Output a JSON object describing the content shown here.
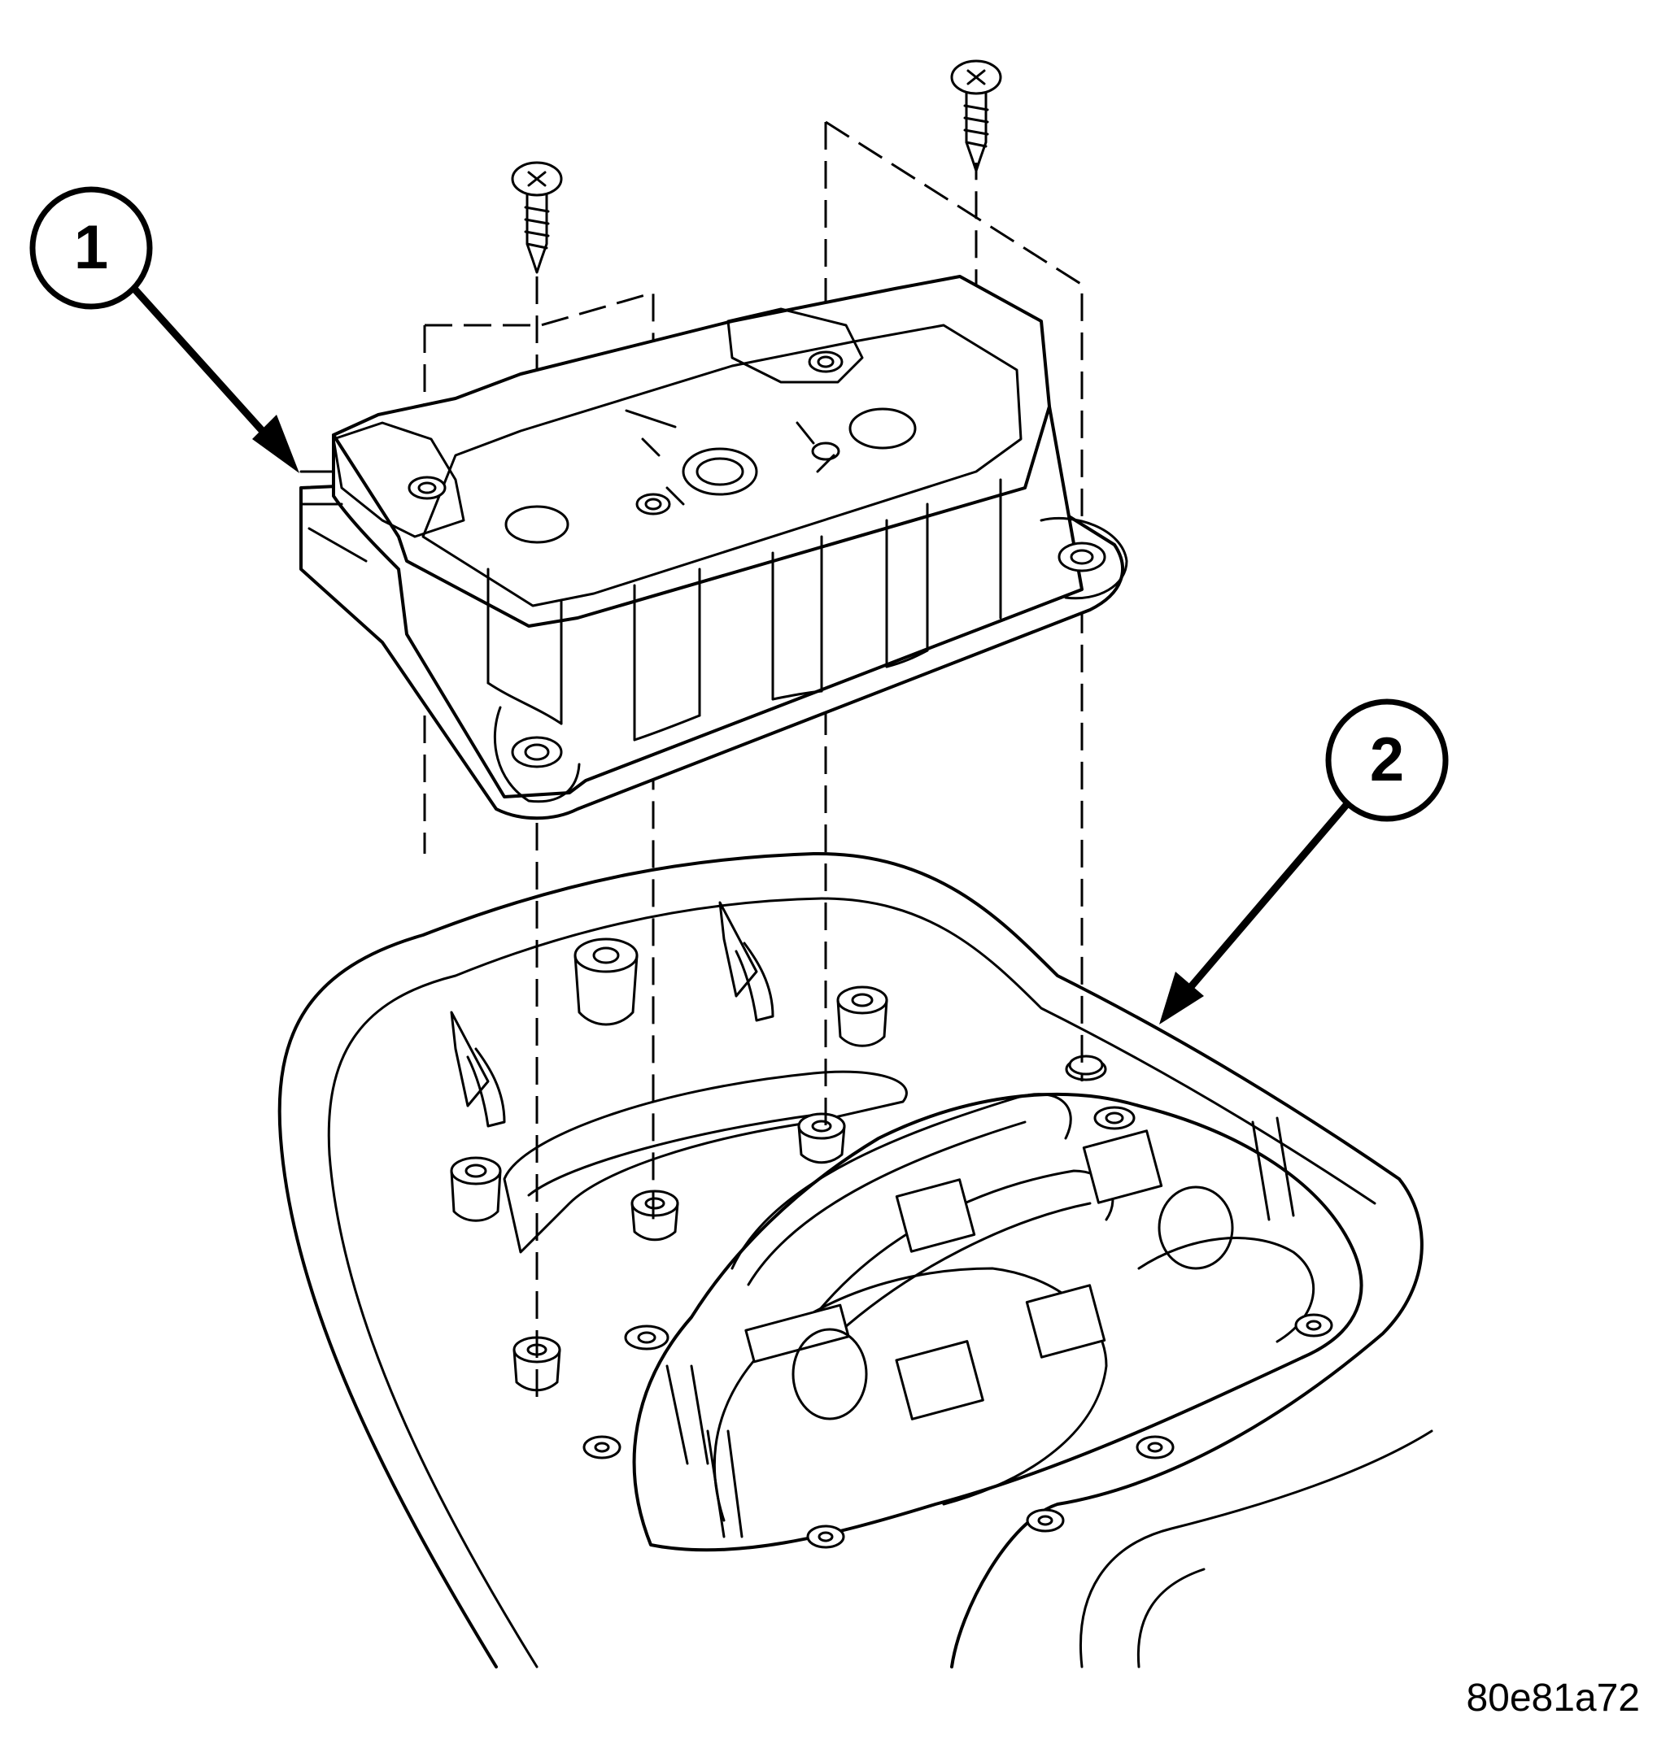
{
  "callouts": [
    {
      "id": "1",
      "label": "1"
    },
    {
      "id": "2",
      "label": "2"
    }
  ],
  "figure_code": "80e81a72"
}
